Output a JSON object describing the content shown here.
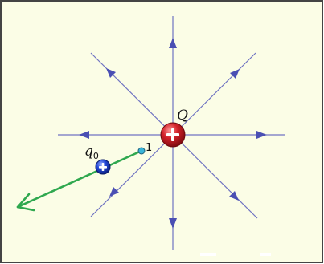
{
  "diagram": {
    "source_charge_label": "Q",
    "test_charge_label": "q",
    "test_charge_subscript": "0",
    "point_label": "1",
    "colors": {
      "background": "#fbfde6",
      "border": "#444444",
      "field_line": "#6f73c2",
      "arrowhead": "#4a4fb3",
      "source_charge": "#c8141b",
      "test_charge": "#1a3fc9",
      "test_path": "#2fa84f",
      "point_marker": "#38b4d8"
    },
    "icons": {
      "source_charge": "plus-sign-icon",
      "test_charge": "plus-sign-icon"
    }
  }
}
